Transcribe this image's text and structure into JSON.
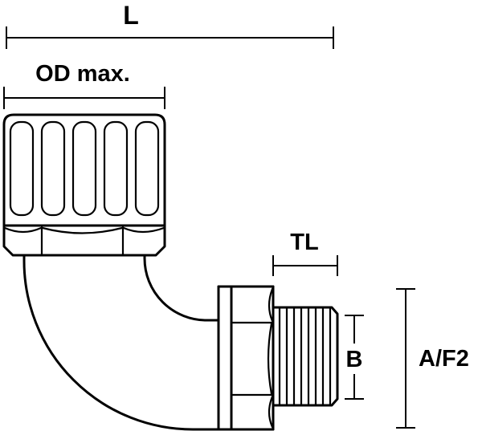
{
  "meta": {
    "drawing_type": "technical-dimension-drawing",
    "line_color": "#000000",
    "background_color": "#ffffff"
  },
  "labels": {
    "overall_length": "L",
    "outer_diameter_max": "OD max.",
    "thread_length": "TL",
    "thread_diameter": "B",
    "across_flats": "A/F2"
  }
}
